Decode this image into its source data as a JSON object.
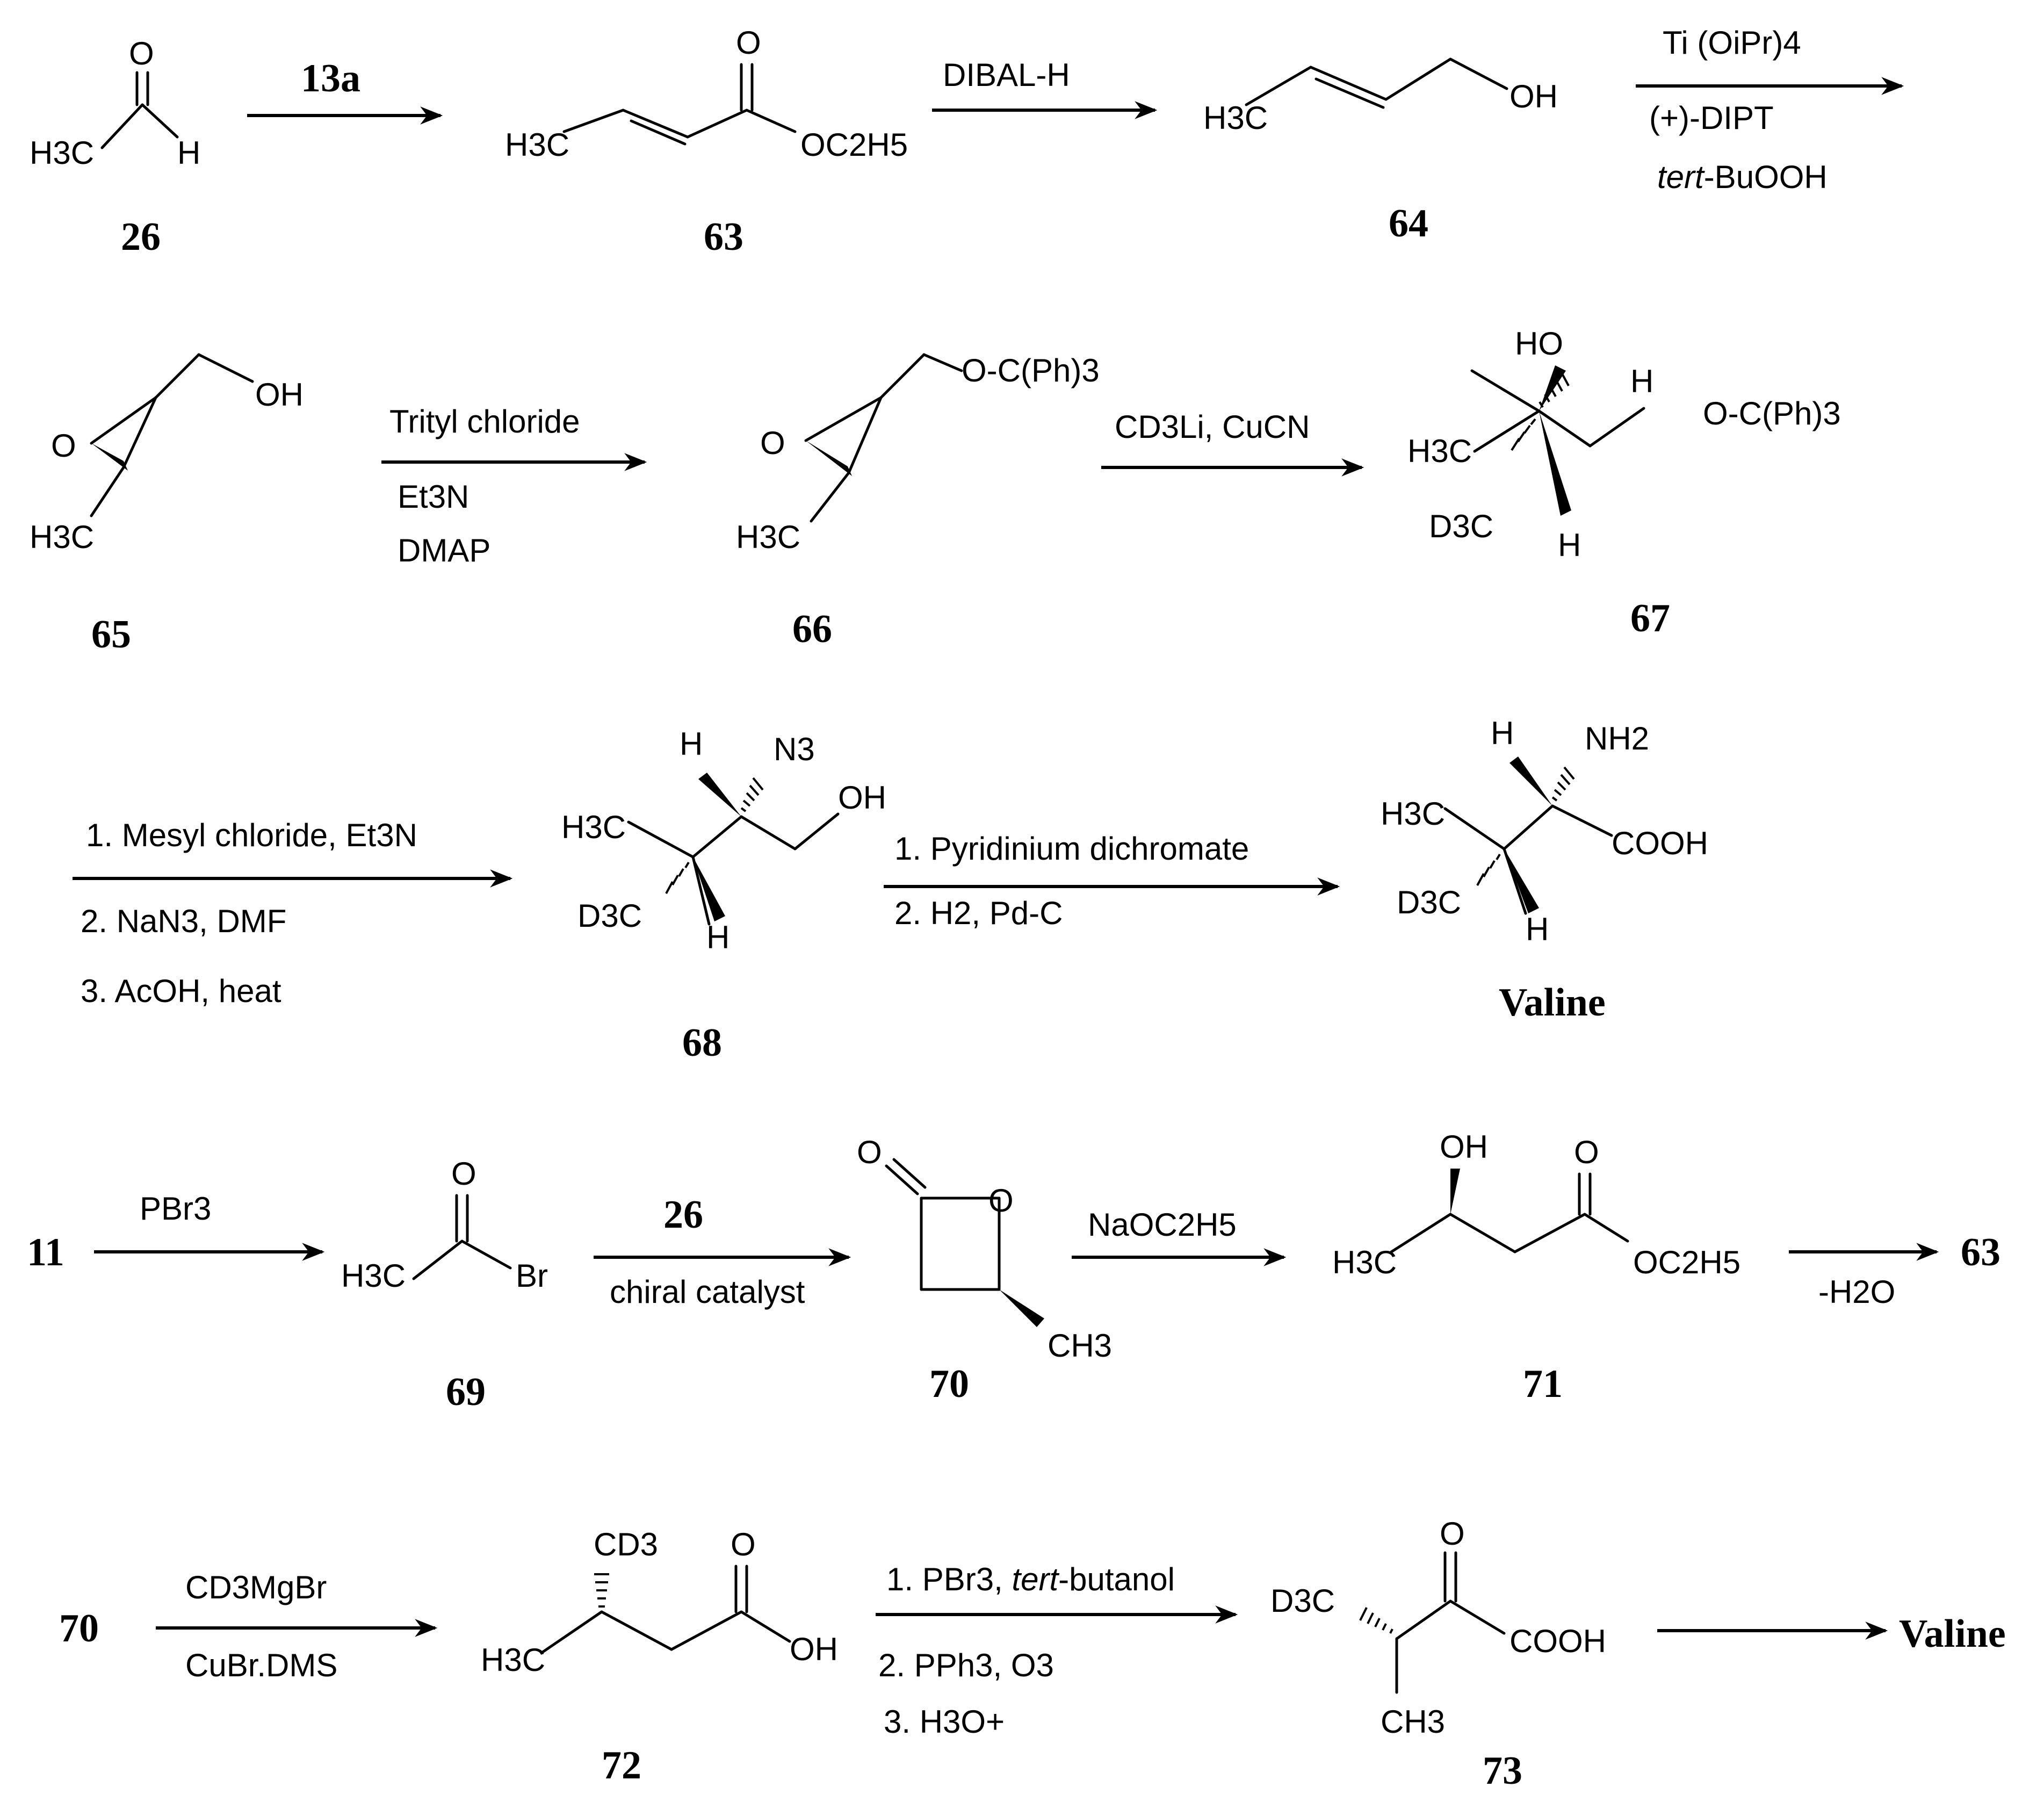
{
  "compounds": {
    "c26": {
      "id": "26",
      "atoms": {
        "o": "O",
        "ch3": "H3C",
        "h": "H"
      }
    },
    "c63": {
      "id": "63",
      "atoms": {
        "o": "O",
        "ch3": "H3C",
        "oet": "OC2H5"
      }
    },
    "c64": {
      "id": "64",
      "atoms": {
        "ch3": "H3C",
        "oh": "OH"
      }
    },
    "c65": {
      "id": "65",
      "atoms": {
        "o": "O",
        "oh": "OH",
        "ch3": "H3C"
      }
    },
    "c66": {
      "id": "66",
      "atoms": {
        "o": "O",
        "otr": "O-C(Ph)3",
        "ch3": "H3C"
      }
    },
    "c67": {
      "id": "67",
      "atoms": {
        "ho": "HO",
        "h1": "H",
        "otr": "O-C(Ph)3",
        "ch3": "H3C",
        "cd3": "D3C",
        "h2": "H"
      }
    },
    "c68": {
      "id": "68",
      "atoms": {
        "h1": "H",
        "n3": "N3",
        "oh": "OH",
        "ch3": "H3C",
        "cd3": "D3C",
        "h2": "H"
      }
    },
    "valine": {
      "id": "Valine",
      "atoms": {
        "h1": "H",
        "nh2": "NH2",
        "ch3": "H3C",
        "cooh": "COOH",
        "cd3": "D3C",
        "h2": "H"
      }
    },
    "c11": {
      "id": "11"
    },
    "c69": {
      "id": "69",
      "atoms": {
        "o": "O",
        "ch3": "H3C",
        "br": "Br"
      }
    },
    "c70": {
      "id": "70",
      "atoms": {
        "o1": "O",
        "o2": "O",
        "ch3": "CH3"
      }
    },
    "c71": {
      "id": "71",
      "atoms": {
        "oh": "OH",
        "o": "O",
        "ch3": "H3C",
        "oet": "OC2H5"
      }
    },
    "c63b": {
      "id": "63"
    },
    "c70b": {
      "id": "70"
    },
    "c72": {
      "id": "72",
      "atoms": {
        "cd3": "CD3",
        "o": "O",
        "ch3": "H3C",
        "oh": "OH"
      }
    },
    "c73": {
      "id": "73",
      "atoms": {
        "o": "O",
        "cd3": "D3C",
        "cooh": "COOH",
        "ch3": "CH3"
      }
    },
    "valine2": {
      "id": "Valine"
    }
  },
  "arrows": {
    "a1": {
      "above": "13a"
    },
    "a2": {
      "above": "DIBAL-H"
    },
    "a3": {
      "above": "Ti (OiPr)4",
      "below1": "(+)-DIPT",
      "below2_italic": "tert",
      "below2": "-BuOOH"
    },
    "a4": {
      "above": "Trityl chloride",
      "below1": "Et3N",
      "below2": "DMAP"
    },
    "a5": {
      "above": "CD3Li, CuCN"
    },
    "a6": {
      "above": "1. Mesyl chloride, Et3N",
      "below1": "2. NaN3, DMF",
      "below2": "3. AcOH, heat"
    },
    "a7": {
      "above": "1. Pyridinium dichromate",
      "below1": "2. H2, Pd-C"
    },
    "a8": {
      "above": "PBr3"
    },
    "a9": {
      "above": "26",
      "below1": "chiral catalyst"
    },
    "a10": {
      "above": "NaOC2H5"
    },
    "a11": {
      "below1": "-H2O"
    },
    "a12": {
      "above": "CD3MgBr",
      "below1": "CuBr.DMS"
    },
    "a13": {
      "above_pre": "1. PBr3, ",
      "above_italic": "tert",
      "above_post": "-butanol",
      "below1": "2.  PPh3, O3",
      "below2": "3. H3O+"
    },
    "a14": {}
  }
}
